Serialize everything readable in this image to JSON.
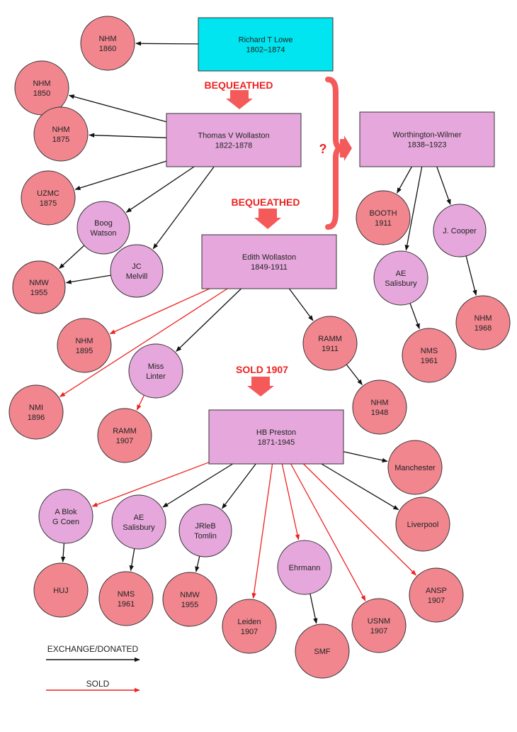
{
  "colors": {
    "collector_box": "#e6a8dc",
    "root_box": "#00e5ef",
    "institution": "#f1868f",
    "person": "#e6a8dc",
    "outline": "#333333",
    "black_arrow": "#111111",
    "red_arrow": "#ee2222",
    "annotation": "#ee2222"
  },
  "nodes": [
    {
      "id": "lowe",
      "kind": "root",
      "lines": [
        "Richard T Lowe",
        "1802–1874"
      ]
    },
    {
      "id": "wollaston",
      "kind": "box",
      "lines": [
        "Thomas V Wollaston",
        "1822-1878"
      ]
    },
    {
      "id": "wilmer",
      "kind": "box",
      "lines": [
        "Worthington-Wilmer",
        "1838–1923"
      ]
    },
    {
      "id": "edith",
      "kind": "box",
      "lines": [
        "Edith Wollaston",
        "1849-1911"
      ]
    },
    {
      "id": "preston",
      "kind": "box",
      "lines": [
        "HB Preston",
        "1871-1945"
      ]
    },
    {
      "id": "nhm1860",
      "kind": "institution",
      "lines": [
        "NHM",
        "1860"
      ]
    },
    {
      "id": "nhm1850",
      "kind": "institution",
      "lines": [
        "NHM",
        "1850"
      ]
    },
    {
      "id": "nhm1875",
      "kind": "institution",
      "lines": [
        "NHM",
        "1875"
      ]
    },
    {
      "id": "uzmc1875",
      "kind": "institution",
      "lines": [
        "UZMC",
        "1875"
      ]
    },
    {
      "id": "boogwatson",
      "kind": "person",
      "lines": [
        "Boog",
        "Watson"
      ]
    },
    {
      "id": "jcmelvill",
      "kind": "person",
      "lines": [
        "JC",
        "Melvill"
      ]
    },
    {
      "id": "nmw1955a",
      "kind": "institution",
      "lines": [
        "NMW",
        "1955"
      ]
    },
    {
      "id": "booth1911",
      "kind": "institution",
      "lines": [
        "BOOTH",
        "1911"
      ]
    },
    {
      "id": "jcooper",
      "kind": "person",
      "lines": [
        "J. Cooper"
      ]
    },
    {
      "id": "aesalisbury1",
      "kind": "person",
      "lines": [
        "AE",
        "Salisbury"
      ]
    },
    {
      "id": "nhm1968",
      "kind": "institution",
      "lines": [
        "NHM",
        "1968"
      ]
    },
    {
      "id": "nms1961a",
      "kind": "institution",
      "lines": [
        "NMS",
        "1961"
      ]
    },
    {
      "id": "nhm1895",
      "kind": "institution",
      "lines": [
        "NHM",
        "1895"
      ]
    },
    {
      "id": "misslinter",
      "kind": "person",
      "lines": [
        "Miss",
        "Linter"
      ]
    },
    {
      "id": "ramm1911",
      "kind": "institution",
      "lines": [
        "RAMM",
        "1911"
      ]
    },
    {
      "id": "nmi1896",
      "kind": "institution",
      "lines": [
        "NMI",
        "1896"
      ]
    },
    {
      "id": "ramm1907",
      "kind": "institution",
      "lines": [
        "RAMM",
        "1907"
      ]
    },
    {
      "id": "nhm1948",
      "kind": "institution",
      "lines": [
        "NHM",
        "1948"
      ]
    },
    {
      "id": "manchester",
      "kind": "institution",
      "lines": [
        "Manchester"
      ]
    },
    {
      "id": "liverpool",
      "kind": "institution",
      "lines": [
        "Liverpool"
      ]
    },
    {
      "id": "ablok",
      "kind": "person",
      "lines": [
        "A Blok",
        "G Coen"
      ]
    },
    {
      "id": "aesalisbury2",
      "kind": "person",
      "lines": [
        "AE",
        "Salisbury"
      ]
    },
    {
      "id": "jrlebtomlin",
      "kind": "person",
      "lines": [
        "JRleB",
        "Tomlin"
      ]
    },
    {
      "id": "ehrmann",
      "kind": "person",
      "lines": [
        "Ehrmann"
      ]
    },
    {
      "id": "ansp1907",
      "kind": "institution",
      "lines": [
        "ANSP",
        "1907"
      ]
    },
    {
      "id": "huj",
      "kind": "institution",
      "lines": [
        "HUJ"
      ]
    },
    {
      "id": "nms1961b",
      "kind": "institution",
      "lines": [
        "NMS",
        "1961"
      ]
    },
    {
      "id": "nmw1955b",
      "kind": "institution",
      "lines": [
        "NMW",
        "1955"
      ]
    },
    {
      "id": "leiden1907",
      "kind": "institution",
      "lines": [
        "Leiden",
        "1907"
      ]
    },
    {
      "id": "usnm1907",
      "kind": "institution",
      "lines": [
        "USNM",
        "1907"
      ]
    },
    {
      "id": "smf",
      "kind": "institution",
      "lines": [
        "SMF"
      ]
    }
  ],
  "edges": [
    {
      "from": "lowe",
      "to": "nhm1860",
      "type": "exchange"
    },
    {
      "from": "wollaston",
      "to": "nhm1850",
      "type": "exchange"
    },
    {
      "from": "wollaston",
      "to": "nhm1875",
      "type": "exchange"
    },
    {
      "from": "wollaston",
      "to": "uzmc1875",
      "type": "exchange"
    },
    {
      "from": "wollaston",
      "to": "boogwatson",
      "type": "exchange"
    },
    {
      "from": "wollaston",
      "to": "jcmelvill",
      "type": "exchange"
    },
    {
      "from": "boogwatson",
      "to": "nmw1955a",
      "type": "exchange"
    },
    {
      "from": "jcmelvill",
      "to": "nmw1955a",
      "type": "exchange"
    },
    {
      "from": "wilmer",
      "to": "booth1911",
      "type": "exchange"
    },
    {
      "from": "wilmer",
      "to": "aesalisbury1",
      "type": "exchange"
    },
    {
      "from": "wilmer",
      "to": "jcooper",
      "type": "exchange"
    },
    {
      "from": "jcooper",
      "to": "nhm1968",
      "type": "exchange"
    },
    {
      "from": "aesalisbury1",
      "to": "nms1961a",
      "type": "exchange"
    },
    {
      "from": "edith",
      "to": "nhm1895",
      "type": "sold"
    },
    {
      "from": "edith",
      "to": "nmi1896",
      "type": "sold"
    },
    {
      "from": "edith",
      "to": "misslinter",
      "type": "exchange"
    },
    {
      "from": "edith",
      "to": "ramm1911",
      "type": "exchange"
    },
    {
      "from": "misslinter",
      "to": "ramm1907",
      "type": "sold"
    },
    {
      "from": "ramm1911",
      "to": "nhm1948",
      "type": "exchange"
    },
    {
      "from": "preston",
      "to": "ablok",
      "type": "sold"
    },
    {
      "from": "preston",
      "to": "aesalisbury2",
      "type": "exchange"
    },
    {
      "from": "preston",
      "to": "jrlebtomlin",
      "type": "exchange"
    },
    {
      "from": "preston",
      "to": "leiden1907",
      "type": "sold"
    },
    {
      "from": "preston",
      "to": "ehrmann",
      "type": "sold"
    },
    {
      "from": "preston",
      "to": "usnm1907",
      "type": "sold"
    },
    {
      "from": "preston",
      "to": "ansp1907",
      "type": "sold"
    },
    {
      "from": "preston",
      "to": "manchester",
      "type": "exchange"
    },
    {
      "from": "preston",
      "to": "liverpool",
      "type": "exchange"
    },
    {
      "from": "ablok",
      "to": "huj",
      "type": "exchange"
    },
    {
      "from": "aesalisbury2",
      "to": "nms1961b",
      "type": "exchange"
    },
    {
      "from": "jrlebtomlin",
      "to": "nmw1955b",
      "type": "exchange"
    },
    {
      "from": "ehrmann",
      "to": "smf",
      "type": "exchange"
    }
  ],
  "annotations": [
    {
      "id": "bequeathed1",
      "text": "BEQUEATHED"
    },
    {
      "id": "bequeathed2",
      "text": "BEQUEATHED"
    },
    {
      "id": "sold1907",
      "text": "SOLD 1907"
    },
    {
      "id": "question",
      "text": "?"
    }
  ],
  "legend": {
    "exchange_label": "EXCHANGE/DONATED",
    "sold_label": "SOLD"
  }
}
